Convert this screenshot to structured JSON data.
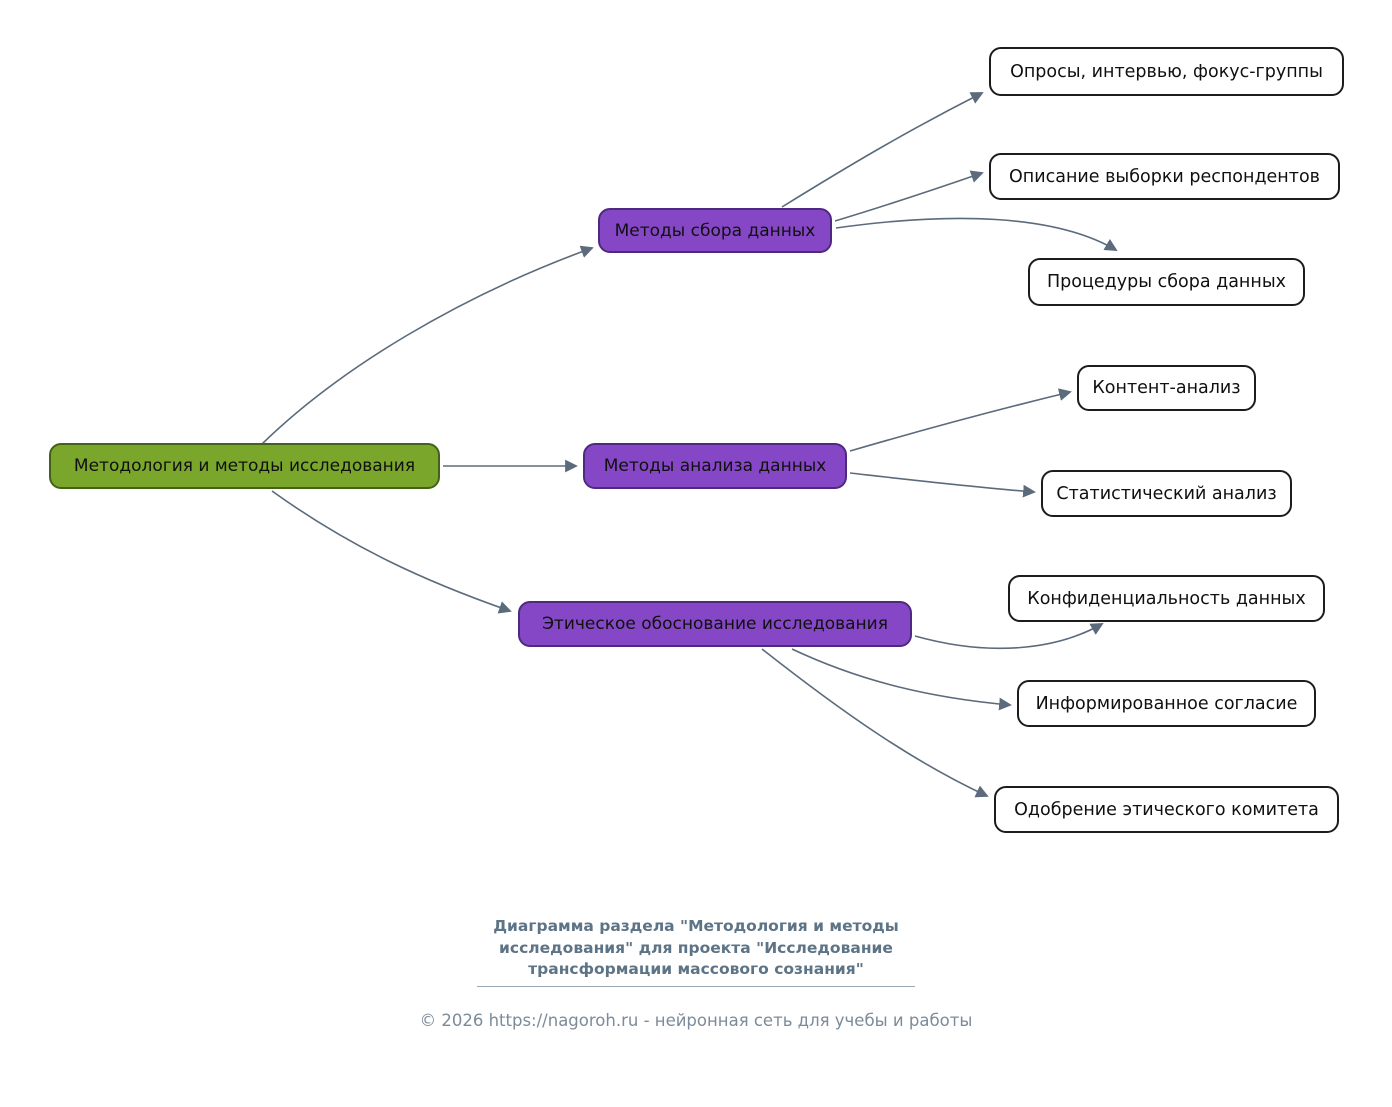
{
  "diagram": {
    "root": {
      "label": "Методология и методы исследования"
    },
    "branches": [
      {
        "label": "Методы сбора данных",
        "children": [
          {
            "label": "Опросы, интервью, фокус-группы"
          },
          {
            "label": "Описание выборки респондентов"
          },
          {
            "label": "Процедуры сбора данных"
          }
        ]
      },
      {
        "label": "Методы анализа данных",
        "children": [
          {
            "label": "Контент-анализ"
          },
          {
            "label": "Статистический анализ"
          }
        ]
      },
      {
        "label": "Этическое обоснование исследования",
        "children": [
          {
            "label": "Конфиденциальность данных"
          },
          {
            "label": "Информированное согласие"
          },
          {
            "label": "Одобрение этического комитета"
          }
        ]
      }
    ]
  },
  "footer": {
    "caption": "Диаграмма раздела \"Методология и методы исследования\" для проекта \"Исследование трансформации массового сознания\"",
    "copyright": "© 2026 https://nagoroh.ru - нейронная сеть для учебы и работы"
  },
  "colors": {
    "root_fill": "#7aa62c",
    "root_border": "#44611a",
    "branch_fill": "#8547c6",
    "branch_border": "#4e2a7e",
    "leaf_border": "#1c1c1c",
    "edge": "#5b6b7b",
    "caption_text": "#5d7386",
    "copyright_text": "#7c8b9a"
  }
}
